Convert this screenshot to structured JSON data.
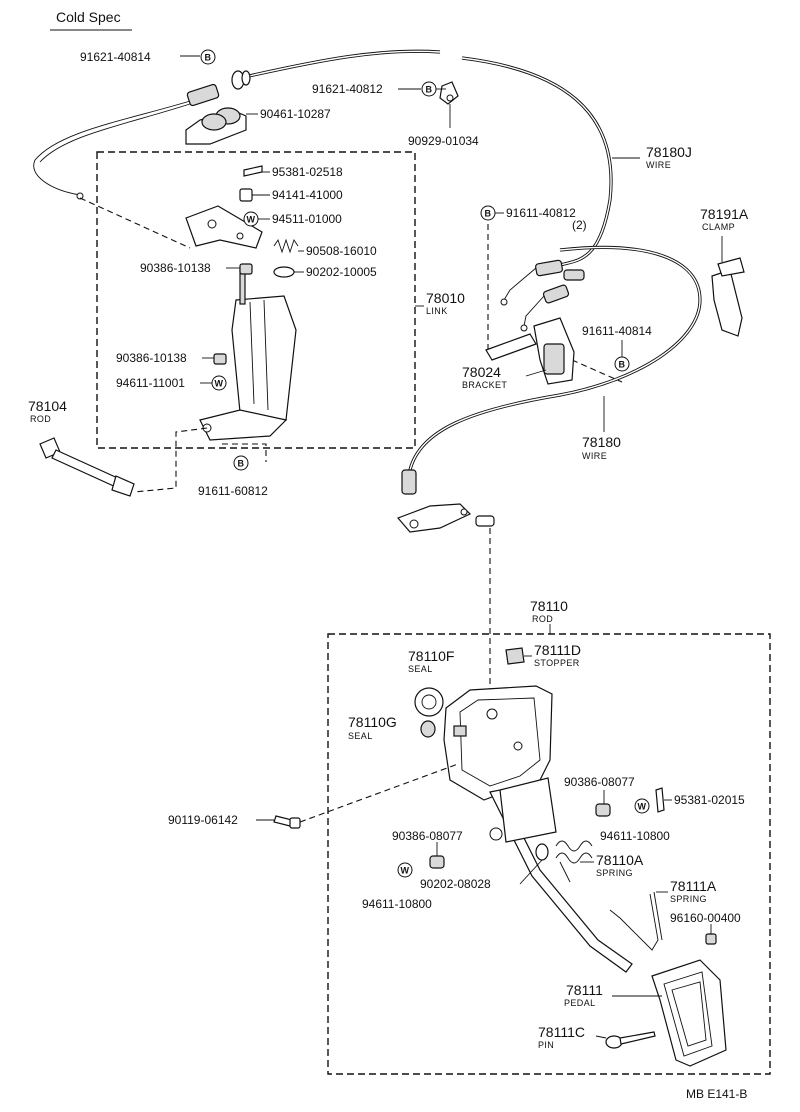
{
  "header": {
    "title": "Cold Spec"
  },
  "footer": {
    "code": "MB  E141-B"
  },
  "symbols": {
    "bolt": "B",
    "washer": "W"
  },
  "labels": {
    "p91621_40814": "91621-40814",
    "p90461_10287": "90461-10287",
    "p91621_40812": "91621-40812",
    "p90929_01034": "90929-01034",
    "p78180J": "78180J",
    "p78180J_sub": "WIRE",
    "p95381_02518": "95381-02518",
    "p94141_41000": "94141-41000",
    "p94511_01000": "94511-01000",
    "p90508_16010": "90508-16010",
    "p90386_10138a": "90386-10138",
    "p90202_10005": "90202-10005",
    "p78010": "78010",
    "p78010_sub": "LINK",
    "p90386_10138b": "90386-10138",
    "p94611_11001": "94611-11001",
    "p78104": "78104",
    "p78104_sub": "ROD",
    "p91611_60812": "91611-60812",
    "p91611_40812": "91611-40812",
    "p91611_40812_qty": "(2)",
    "p78191A": "78191A",
    "p78191A_sub": "CLAMP",
    "p91611_40814": "91611-40814",
    "p78024": "78024",
    "p78024_sub": "BRACKET",
    "p78180": "78180",
    "p78180_sub": "WIRE",
    "p78110": "78110",
    "p78110_sub": "ROD",
    "p78110F": "78110F",
    "p78110F_sub": "SEAL",
    "p78111D": "78111D",
    "p78111D_sub": "STOPPER",
    "p78110G": "78110G",
    "p78110G_sub": "SEAL",
    "p90386_08077a": "90386-08077",
    "p95381_02015": "95381-02015",
    "p94611_10800a": "94611-10800",
    "p90119_06142": "90119-06142",
    "p90386_08077b": "90386-08077",
    "p78110A": "78110A",
    "p78110A_sub": "SPRING",
    "p90202_08028": "90202-08028",
    "p94611_10800b": "94611-10800",
    "p78111A": "78111A",
    "p78111A_sub": "SPRING",
    "p96160_00400": "96160-00400",
    "p78111": "78111",
    "p78111_sub": "PEDAL",
    "p78111C": "78111C",
    "p78111C_sub": "PIN"
  }
}
